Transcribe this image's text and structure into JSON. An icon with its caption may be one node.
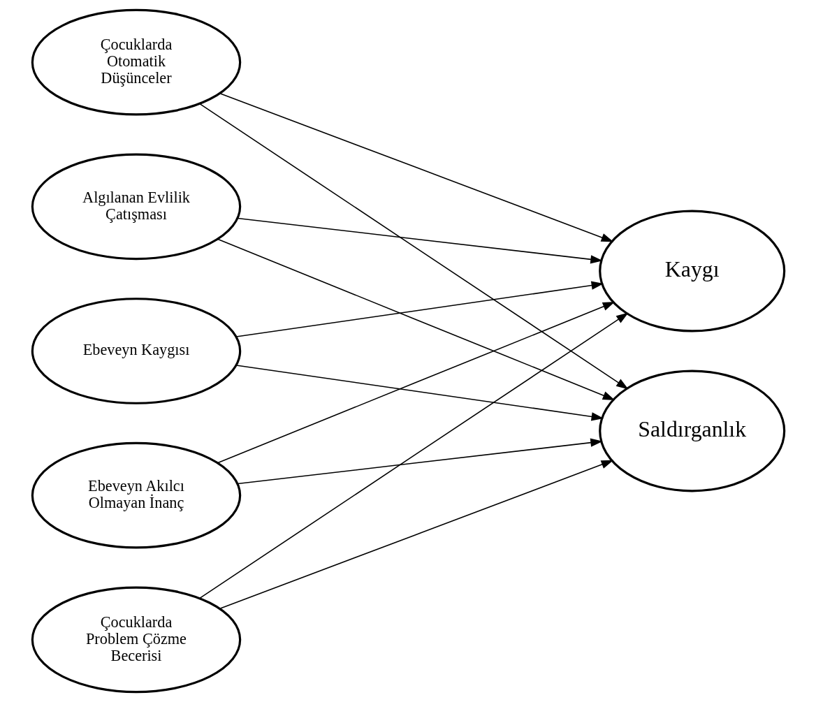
{
  "diagram": {
    "nodes": [
      {
        "text": [
          "Algılanan Evlilik Çatışması"
        ]
      },
      {
        "text": [
          "Ebeveyn Kaygısı"
        ]
      },
      {
        "text": [
          "Ebeveyn Akılcı Olmayan İnanç"
        ]
      },
      {
        "text": [
          "Çocuklarda Problem Çözme Becerisi"
        ]
      },
      {
        "text": [
          "Çocuklarda Otomatik Düşünceler"
        ]
      },
      {
        "text": [
          "Kaygı"
        ]
      },
      {
        "text": [
          "Saldırganlık"
        ]
      }
    ],
    "edges": [
      {
        "from": 0,
        "to": 5,
        "arrow": "to"
      },
      {
        "from": 0,
        "to": 6,
        "arrow": "to"
      },
      {
        "from": 1,
        "to": 5,
        "arrow": "to"
      },
      {
        "from": 1,
        "to": 6,
        "arrow": "to"
      },
      {
        "from": 2,
        "to": 5,
        "arrow": "to"
      },
      {
        "from": 2,
        "to": 6,
        "arrow": "to"
      },
      {
        "from": 3,
        "to": 5,
        "arrow": "to"
      },
      {
        "from": 3,
        "to": 6,
        "arrow": "to"
      },
      {
        "from": 4,
        "to": 5,
        "arrow": "to"
      },
      {
        "from": 4,
        "to": 6,
        "arrow": "to"
      }
    ]
  }
}
